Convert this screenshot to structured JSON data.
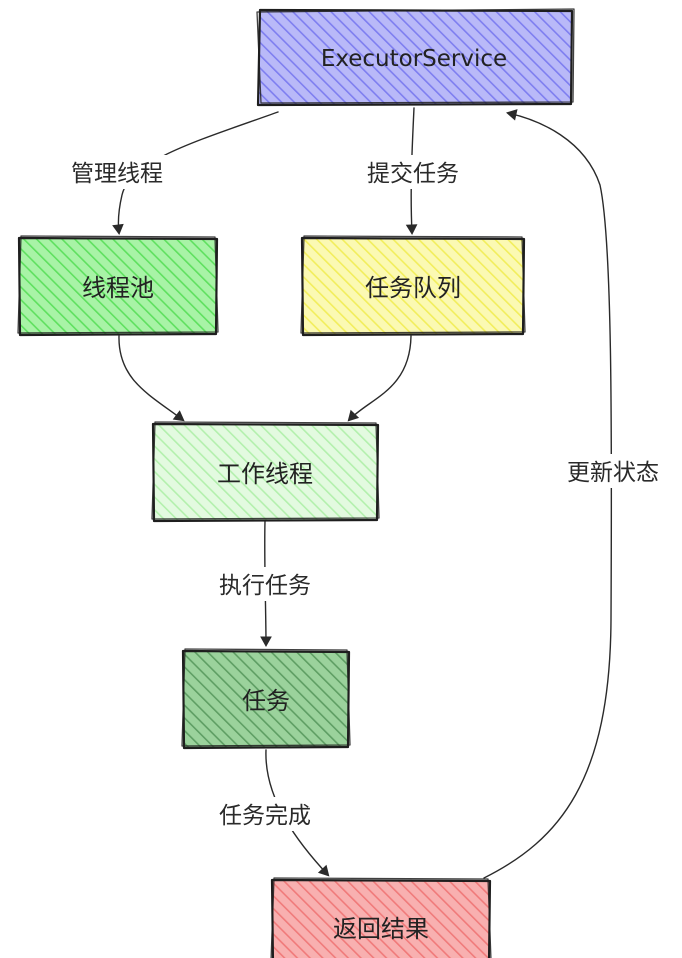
{
  "nodes": {
    "executor_service": {
      "label": "ExecutorService",
      "color": "#a5a5f5"
    },
    "thread_pool": {
      "label": "线程池",
      "color": "#86ec86"
    },
    "task_queue": {
      "label": "任务队列",
      "color": "#f8f582"
    },
    "worker_thread": {
      "label": "工作线程",
      "color": "#c8f5c4"
    },
    "task": {
      "label": "任务",
      "color": "#6fb574"
    },
    "return_result": {
      "label": "返回结果",
      "color": "#f48f8f"
    }
  },
  "edges": {
    "manage_threads": {
      "label": "管理线程"
    },
    "submit_task": {
      "label": "提交任务"
    },
    "execute_task": {
      "label": "执行任务"
    },
    "task_complete": {
      "label": "任务完成"
    },
    "update_status": {
      "label": "更新状态"
    }
  },
  "colors": {
    "stroke": "#1e1e1e",
    "edge": "#2a2a2a"
  }
}
